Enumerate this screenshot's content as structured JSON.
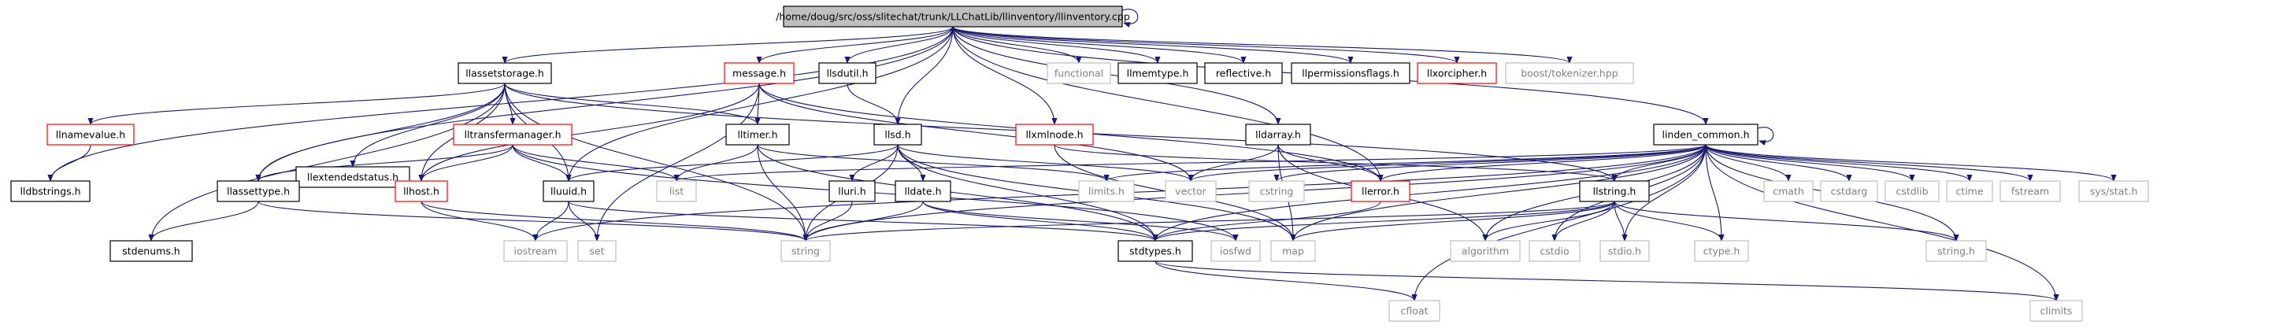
{
  "diagram": {
    "title": "/home/doug/src/oss/slitechat/trunk/LLChatLib/llinventory/llinventory.cpp",
    "colors": {
      "edge": "#191970",
      "border_documented": "#000000",
      "border_missing": "#ff0000",
      "border_external": "#bfbfbf",
      "root_fill": "#bfbfbf",
      "text_normal": "#000000",
      "text_external": "#808080"
    },
    "nodes": [
      {
        "id": "root",
        "label": "/home/doug/src/oss/slitechat/trunk/LLChatLib/llinventory/llinventory.cpp",
        "kind": "root"
      },
      {
        "id": "llassetstorage",
        "label": "llassetstorage.h",
        "kind": "doc"
      },
      {
        "id": "message",
        "label": "message.h",
        "kind": "missing"
      },
      {
        "id": "llsdutil",
        "label": "llsdutil.h",
        "kind": "doc"
      },
      {
        "id": "functional",
        "label": "functional",
        "kind": "ext"
      },
      {
        "id": "llmemtype",
        "label": "llmemtype.h",
        "kind": "doc"
      },
      {
        "id": "reflective",
        "label": "reflective.h",
        "kind": "doc"
      },
      {
        "id": "llpermissionsflags",
        "label": "llpermissionsflags.h",
        "kind": "doc"
      },
      {
        "id": "llxorcipher",
        "label": "llxorcipher.h",
        "kind": "missing"
      },
      {
        "id": "boosttokenizer",
        "label": "boost/tokenizer.hpp",
        "kind": "ext"
      },
      {
        "id": "llnamevalue",
        "label": "llnamevalue.h",
        "kind": "missing"
      },
      {
        "id": "llextendedstatus",
        "label": "llextendedstatus.h",
        "kind": "doc"
      },
      {
        "id": "lltransfermanager",
        "label": "lltransfermanager.h",
        "kind": "missing"
      },
      {
        "id": "lltimer",
        "label": "lltimer.h",
        "kind": "doc"
      },
      {
        "id": "llsd",
        "label": "llsd.h",
        "kind": "doc"
      },
      {
        "id": "llxmlnode",
        "label": "llxmlnode.h",
        "kind": "missing"
      },
      {
        "id": "lldarray",
        "label": "lldarray.h",
        "kind": "doc"
      },
      {
        "id": "linden_common",
        "label": "linden_common.h",
        "kind": "doc"
      },
      {
        "id": "lldbstrings",
        "label": "lldbstrings.h",
        "kind": "doc"
      },
      {
        "id": "llassettype",
        "label": "llassettype.h",
        "kind": "doc"
      },
      {
        "id": "llhost",
        "label": "llhost.h",
        "kind": "missing"
      },
      {
        "id": "llhost_list",
        "label": "list",
        "kind": "ext"
      },
      {
        "id": "lluuid",
        "label": "lluuid.h",
        "kind": "doc"
      },
      {
        "id": "llurih",
        "label": "lluri.h",
        "kind": "doc"
      },
      {
        "id": "lldate",
        "label": "lldate.h",
        "kind": "doc"
      },
      {
        "id": "limits",
        "label": "limits.h",
        "kind": "ext"
      },
      {
        "id": "vector",
        "label": "vector",
        "kind": "ext"
      },
      {
        "id": "cstring",
        "label": "cstring",
        "kind": "ext"
      },
      {
        "id": "llerror",
        "label": "llerror.h",
        "kind": "missing"
      },
      {
        "id": "llstring",
        "label": "llstring.h",
        "kind": "doc"
      },
      {
        "id": "cmath",
        "label": "cmath",
        "kind": "ext"
      },
      {
        "id": "cstdarg",
        "label": "cstdarg",
        "kind": "ext"
      },
      {
        "id": "cstdlib",
        "label": "cstdlib",
        "kind": "ext"
      },
      {
        "id": "ctime",
        "label": "ctime",
        "kind": "ext"
      },
      {
        "id": "fstream",
        "label": "fstream",
        "kind": "ext"
      },
      {
        "id": "sysstat",
        "label": "sys/stat.h",
        "kind": "ext"
      },
      {
        "id": "stdenums",
        "label": "stdenums.h",
        "kind": "doc"
      },
      {
        "id": "iostream",
        "label": "iostream",
        "kind": "ext"
      },
      {
        "id": "set",
        "label": "set",
        "kind": "ext"
      },
      {
        "id": "string",
        "label": "string",
        "kind": "ext"
      },
      {
        "id": "stdtypes",
        "label": "stdtypes.h",
        "kind": "doc"
      },
      {
        "id": "iosfwd",
        "label": "iosfwd",
        "kind": "ext"
      },
      {
        "id": "map",
        "label": "map",
        "kind": "ext"
      },
      {
        "id": "algorithm",
        "label": "algorithm",
        "kind": "ext"
      },
      {
        "id": "cstdio",
        "label": "cstdio",
        "kind": "ext"
      },
      {
        "id": "stdio",
        "label": "stdio.h",
        "kind": "ext"
      },
      {
        "id": "ctype",
        "label": "ctype.h",
        "kind": "ext"
      },
      {
        "id": "stringh",
        "label": "string.h",
        "kind": "ext"
      },
      {
        "id": "cfloat",
        "label": "cfloat",
        "kind": "ext"
      },
      {
        "id": "climits",
        "label": "climits",
        "kind": "ext"
      }
    ],
    "edges": [
      [
        "root",
        "root"
      ],
      [
        "root",
        "llassetstorage"
      ],
      [
        "root",
        "message"
      ],
      [
        "root",
        "llsdutil"
      ],
      [
        "root",
        "functional"
      ],
      [
        "root",
        "llmemtype"
      ],
      [
        "root",
        "reflective"
      ],
      [
        "root",
        "llpermissionsflags"
      ],
      [
        "root",
        "llxorcipher"
      ],
      [
        "root",
        "boosttokenizer"
      ],
      [
        "root",
        "llsd"
      ],
      [
        "root",
        "llxmlnode"
      ],
      [
        "root",
        "lldarray"
      ],
      [
        "root",
        "linden_common"
      ],
      [
        "root",
        "lldbstrings"
      ],
      [
        "root",
        "llassettype"
      ],
      [
        "root",
        "lluuid"
      ],
      [
        "root",
        "llerror"
      ],
      [
        "llassetstorage",
        "llnamevalue"
      ],
      [
        "llassetstorage",
        "llextendedstatus"
      ],
      [
        "llassetstorage",
        "lltransfermanager"
      ],
      [
        "llassetstorage",
        "lltimer"
      ],
      [
        "llassetstorage",
        "llassettype"
      ],
      [
        "llassetstorage",
        "llhost"
      ],
      [
        "llassetstorage",
        "lluuid"
      ],
      [
        "llassetstorage",
        "stdenums"
      ],
      [
        "llassetstorage",
        "string"
      ],
      [
        "llassetstorage",
        "llstring"
      ],
      [
        "message",
        "lltimer"
      ],
      [
        "message",
        "llhost"
      ],
      [
        "message",
        "set"
      ],
      [
        "message",
        "llerror"
      ],
      [
        "message",
        "vector"
      ],
      [
        "llsdutil",
        "llsd"
      ],
      [
        "llnamevalue",
        "lldbstrings"
      ],
      [
        "lltransfermanager",
        "llassettype"
      ],
      [
        "lltransfermanager",
        "llhost"
      ],
      [
        "lltransfermanager",
        "llhost_list"
      ],
      [
        "lltransfermanager",
        "lluuid"
      ],
      [
        "lltransfermanager",
        "iosfwd"
      ],
      [
        "lltimer",
        "llhost_list"
      ],
      [
        "lltimer",
        "string"
      ],
      [
        "lltimer",
        "stdtypes"
      ],
      [
        "lltimer",
        "limits"
      ],
      [
        "llsd",
        "lluuid"
      ],
      [
        "llsd",
        "llurih"
      ],
      [
        "llsd",
        "lldate"
      ],
      [
        "llsd",
        "string"
      ],
      [
        "llsd",
        "map"
      ],
      [
        "llsd",
        "stdtypes"
      ],
      [
        "llsd",
        "vector"
      ],
      [
        "llxmlnode",
        "llstring"
      ],
      [
        "llxmlnode",
        "map"
      ],
      [
        "lldarray",
        "vector"
      ],
      [
        "lldarray",
        "map"
      ],
      [
        "lldarray",
        "llerror"
      ],
      [
        "lldarray",
        "algorithm"
      ],
      [
        "linden_common",
        "linden_common"
      ],
      [
        "linden_common",
        "llhost_list"
      ],
      [
        "linden_common",
        "limits"
      ],
      [
        "linden_common",
        "vector"
      ],
      [
        "linden_common",
        "cstring"
      ],
      [
        "linden_common",
        "llerror"
      ],
      [
        "linden_common",
        "llstring"
      ],
      [
        "linden_common",
        "cmath"
      ],
      [
        "linden_common",
        "cstdarg"
      ],
      [
        "linden_common",
        "cstdlib"
      ],
      [
        "linden_common",
        "ctime"
      ],
      [
        "linden_common",
        "fstream"
      ],
      [
        "linden_common",
        "sysstat"
      ],
      [
        "linden_common",
        "string"
      ],
      [
        "linden_common",
        "stdtypes"
      ],
      [
        "linden_common",
        "map"
      ],
      [
        "linden_common",
        "cstdio"
      ],
      [
        "linden_common",
        "stdio"
      ],
      [
        "linden_common",
        "ctype"
      ],
      [
        "linden_common",
        "stringh"
      ],
      [
        "linden_common",
        "algorithm"
      ],
      [
        "linden_common",
        "cfloat"
      ],
      [
        "linden_common",
        "climits"
      ],
      [
        "linden_common",
        "iostream"
      ],
      [
        "llassettype",
        "stdenums"
      ],
      [
        "llassettype",
        "string"
      ],
      [
        "llhost",
        "iostream"
      ],
      [
        "llhost",
        "string"
      ],
      [
        "lluuid",
        "iostream"
      ],
      [
        "lluuid",
        "set"
      ],
      [
        "lluuid",
        "stdtypes"
      ],
      [
        "llurih",
        "string"
      ],
      [
        "lldate",
        "iosfwd"
      ],
      [
        "lldate",
        "string"
      ],
      [
        "lldate",
        "stdtypes"
      ],
      [
        "llerror",
        "stdtypes"
      ],
      [
        "llstring",
        "string"
      ],
      [
        "llstring",
        "cstdio"
      ],
      [
        "llstring",
        "algorithm"
      ],
      [
        "llstring",
        "map"
      ],
      [
        "llstring",
        "stdio"
      ],
      [
        "llstring",
        "ctype"
      ],
      [
        "llstring",
        "stdtypes"
      ],
      [
        "llstring",
        "stringh"
      ],
      [
        "stdtypes",
        "cfloat"
      ],
      [
        "stdtypes",
        "climits"
      ]
    ]
  }
}
